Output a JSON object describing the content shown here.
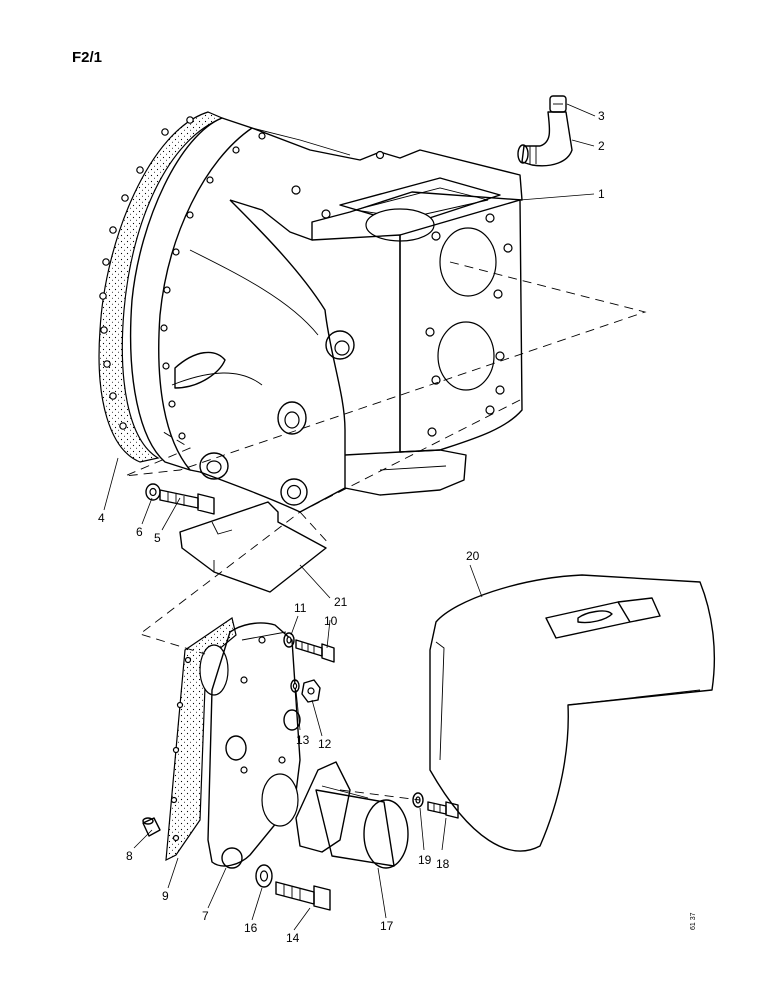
{
  "page_code": "F2/1",
  "reference_code": "61 37",
  "callouts": [
    {
      "id": "c1",
      "text": "1"
    },
    {
      "id": "c2",
      "text": "2"
    },
    {
      "id": "c3",
      "text": "3"
    },
    {
      "id": "c4",
      "text": "4"
    },
    {
      "id": "c5",
      "text": "5"
    },
    {
      "id": "c6",
      "text": "6"
    },
    {
      "id": "c7",
      "text": "7"
    },
    {
      "id": "c8",
      "text": "8"
    },
    {
      "id": "c9",
      "text": "9"
    },
    {
      "id": "c10",
      "text": "10"
    },
    {
      "id": "c11",
      "text": "11"
    },
    {
      "id": "c12",
      "text": "12"
    },
    {
      "id": "c13",
      "text": "13"
    },
    {
      "id": "c14",
      "text": "14"
    },
    {
      "id": "c16",
      "text": "16"
    },
    {
      "id": "c17",
      "text": "17"
    },
    {
      "id": "c18",
      "text": "18"
    },
    {
      "id": "c19",
      "text": "19"
    },
    {
      "id": "c20",
      "text": "20"
    },
    {
      "id": "c21",
      "text": "21"
    }
  ]
}
